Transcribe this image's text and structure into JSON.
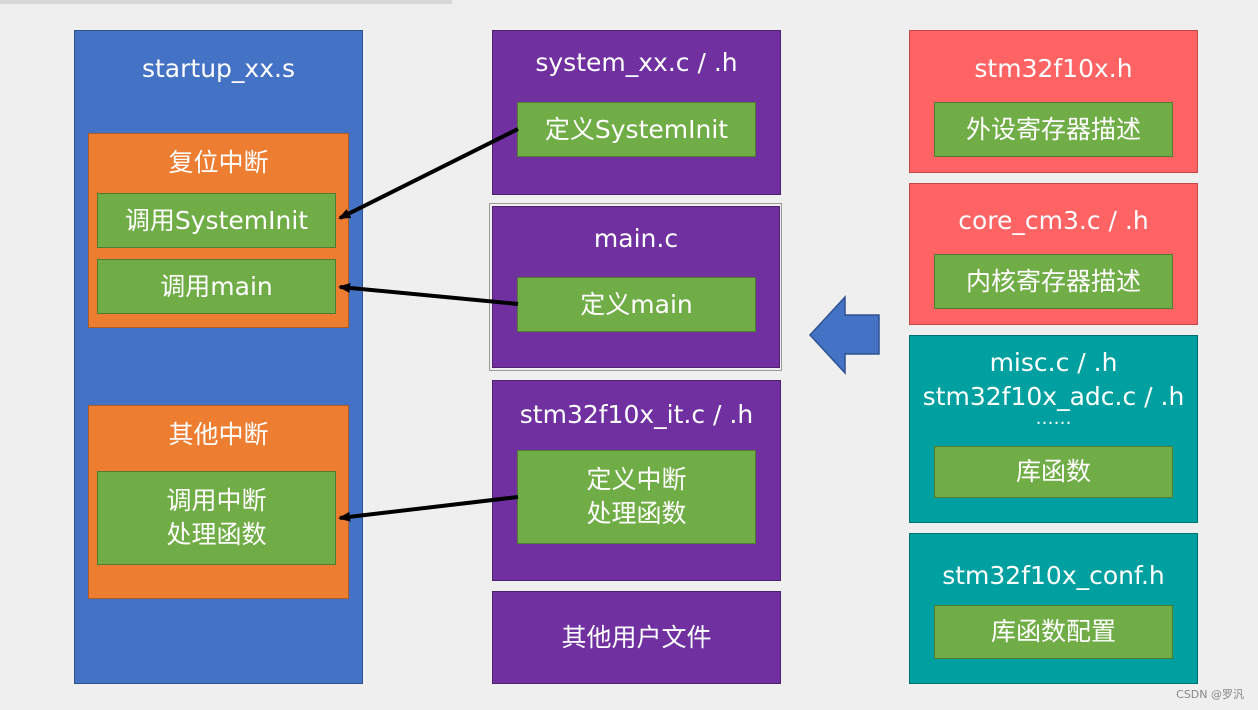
{
  "left": {
    "title": "startup_xx.s",
    "reset": {
      "title": "复位中断",
      "call_systeminit": "调用SystemInit",
      "call_main": "调用main"
    },
    "other": {
      "title": "其他中断",
      "call_handler": "调用中断\n处理函数"
    }
  },
  "middle": {
    "system": {
      "title": "system_xx.c / .h",
      "item": "定义SystemInit"
    },
    "main": {
      "title": "main.c",
      "item": "定义main"
    },
    "it": {
      "title": "stm32f10x_it.c / .h",
      "item": "定义中断\n处理函数"
    },
    "user": {
      "title": "其他用户文件"
    }
  },
  "right": {
    "stm32": {
      "title": "stm32f10x.h",
      "item": "外设寄存器描述"
    },
    "core": {
      "title": "core_cm3.c / .h",
      "item": "内核寄存器描述"
    },
    "lib": {
      "title1": "misc.c / .h",
      "title2": "stm32f10x_adc.c / .h",
      "title3": "……",
      "item": "库函数"
    },
    "conf": {
      "title": "stm32f10x_conf.h",
      "item": "库函数配置"
    }
  },
  "watermark": "CSDN @罗汎",
  "colors": {
    "startup_blue": "#4472c4",
    "handler_orange": "#ed7d31",
    "user_purple": "#7030a0",
    "header_red": "#ff6363",
    "library_teal": "#00a0a0",
    "item_green": "#70ad47",
    "arrow_blue": "#4472c4"
  }
}
